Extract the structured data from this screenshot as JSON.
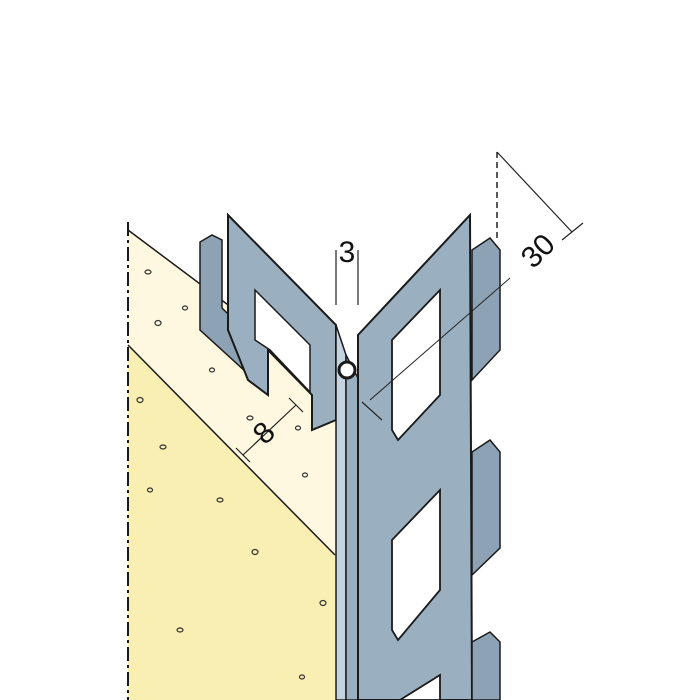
{
  "dimensions": {
    "gap": "3",
    "flange": "30",
    "plaster": "8"
  },
  "colors": {
    "background": "#ffffff",
    "plaster_outer": "#fdf8df",
    "wall": "#faefb3",
    "profile": "#9aafbf",
    "profile_dark": "#7f95a7",
    "outline": "#1a1a1a"
  }
}
